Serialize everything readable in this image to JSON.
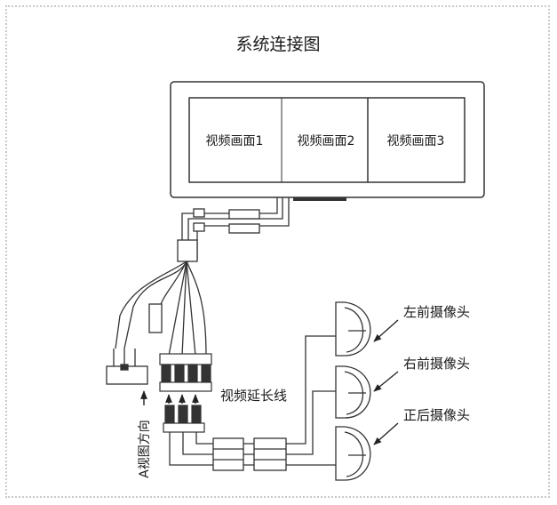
{
  "title": "系统连接图",
  "screens": [
    "视频画面1",
    "视频画面2",
    "视频画面3"
  ],
  "cameras": [
    "左前摄像头",
    "右前摄像头",
    "正后摄像头"
  ],
  "extension_cable_label": "视频延长线",
  "view_direction_label": "A视图方向"
}
